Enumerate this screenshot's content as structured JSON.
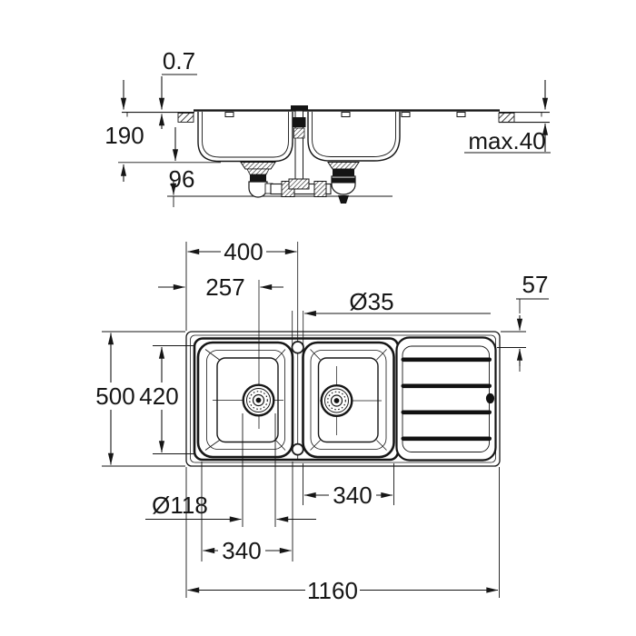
{
  "drawing": {
    "subject": "double-bowl kitchen sink with right-hand drainer - installation dimension drawing",
    "background": "#ffffff",
    "line_color": "#161616",
    "views": {
      "side": "front section elevation",
      "plan": "top plan view"
    }
  },
  "side_view": {
    "rim_height": "0.7",
    "bowl_depth": "190",
    "under_clearance": "96",
    "counter_thickness": "max.40"
  },
  "plan_view": {
    "tap_hole_offset": "400",
    "drain_offset": "257",
    "tap_hole_diameter": "Ø35",
    "drainer_edge_offset": "57",
    "overall_width": "500",
    "inner_width": "420",
    "drain_diameter": "Ø118",
    "bowl2_width": "340",
    "bowl1_width": "340",
    "overall_length": "1160"
  }
}
